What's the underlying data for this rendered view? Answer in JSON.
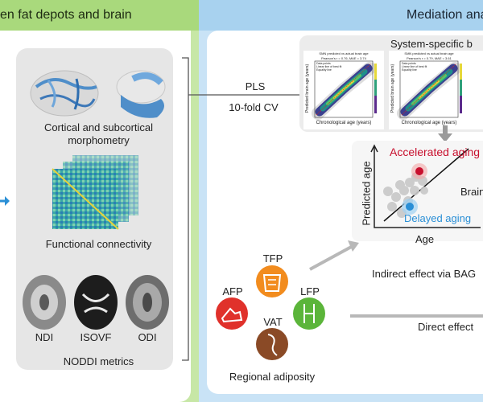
{
  "left": {
    "header": "en fat depots and brain",
    "cortical_label_line1": "Cortical and subcortical",
    "cortical_label_line2": "morphometry",
    "fc_label": "Functional connectivity",
    "noddi": {
      "ndi": "NDI",
      "isovf": "ISOVF",
      "odi": "ODI",
      "label": "NODDI metrics"
    }
  },
  "middle": {
    "pls": "PLS",
    "cv": "10-fold CV"
  },
  "right": {
    "header": "Mediation analysis",
    "system_box_title": "System-specific b",
    "plot1": {
      "title": "SMN predicted vs actual brain age",
      "stats": "Pearson's r = 0.76, MAE = 3.74",
      "xlabel": "Chronological age (years)",
      "ylabel": "Predicted brain age (years)",
      "legend": [
        "Data points",
        "Linear line of best fit",
        "Equality line"
      ]
    },
    "plot2": {
      "title": "SMN predicted vs actual brain age",
      "stats": "Pearson's r = 0.79, MAE = 3.61",
      "xlabel": "Chronological age (years)",
      "ylabel": "Predicted brain age (years)",
      "legend": [
        "Data points",
        "Linear line of best fit",
        "Equality line"
      ]
    },
    "schematic": {
      "accelerated": "Accelerated aging",
      "delayed": "Delayed aging",
      "y_axis": "Predicted age",
      "x_axis": "Age",
      "brain": "Brain"
    },
    "fat": {
      "tfp": "TFP",
      "afp": "AFP",
      "lfp": "LFP",
      "vat": "VAT",
      "label": "Regional adiposity"
    },
    "indirect": "Indirect effect via BAG",
    "direct": "Direct effect"
  },
  "colors": {
    "left_bg": "#c7e7a6",
    "right_bg": "#c9e3f6",
    "accelerated": "#c8102e",
    "delayed": "#2a8fd6",
    "fat_orange": "#f28c1e",
    "fat_red": "#e0312b",
    "fat_green": "#5bb53a",
    "fat_brown": "#8a4a26"
  }
}
